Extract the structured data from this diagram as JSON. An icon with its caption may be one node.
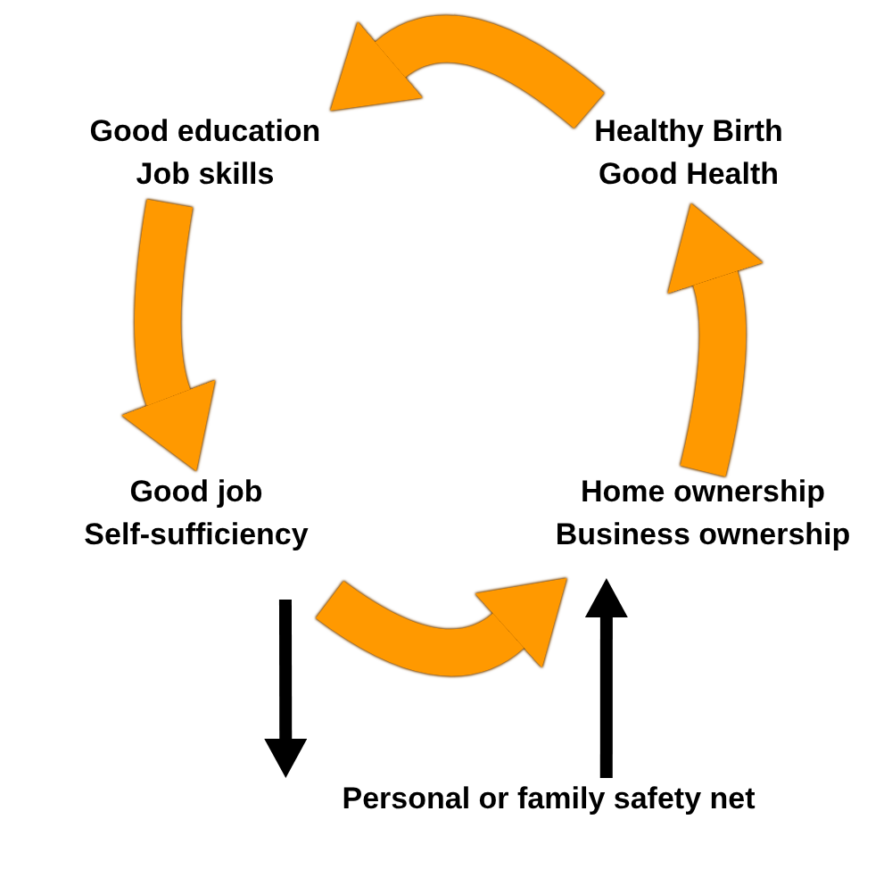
{
  "diagram": {
    "nodes": [
      {
        "text": [
          "Healthy Birth Good Health"
        ]
      },
      {
        "text": [
          "Good education Job skills"
        ]
      },
      {
        "text": [
          "Good job Self-sufficiency"
        ]
      },
      {
        "text": [
          "Home ownership Business ownership"
        ]
      },
      {
        "text": [
          "Personal or family safety net"
        ]
      }
    ],
    "edges": [
      {
        "from": 0,
        "to": 1,
        "arrow": "to"
      },
      {
        "from": 1,
        "to": 2,
        "arrow": "to"
      },
      {
        "from": 2,
        "to": 3,
        "arrow": "to"
      },
      {
        "from": 3,
        "to": 0,
        "arrow": "to"
      },
      {
        "from": 2,
        "to": 4,
        "arrow": "to",
        "color": "#000000"
      },
      {
        "from": 4,
        "to": 3,
        "arrow": "to",
        "color": "#000000"
      }
    ]
  }
}
